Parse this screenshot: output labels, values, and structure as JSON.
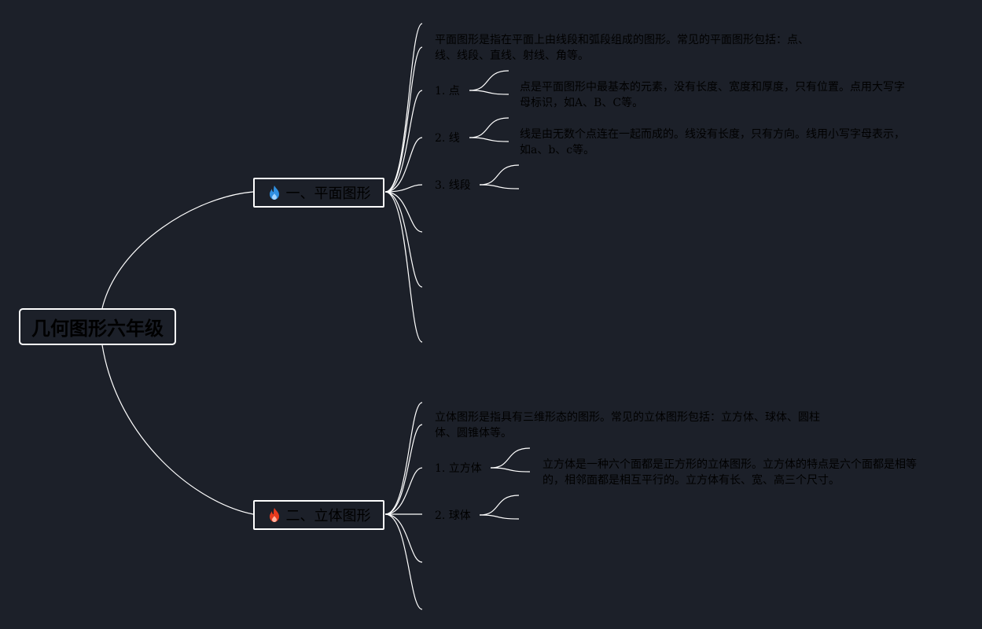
{
  "root": {
    "title": "几何图形六年级"
  },
  "branches": [
    {
      "title": "一、平面图形",
      "icon": "blue-flame-icon",
      "icon_color": "#2f8fe0",
      "intro": "平面图形是指在平面上由线段和弧段组成的图形。常见的平面图形包括：点、线、线段、直线、射线、角等。",
      "items": [
        {
          "label": "1. 点",
          "desc": "点是平面图形中最基本的元素，没有长度、宽度和厚度，只有位置。点用大写字母标识，如A、B、C等。"
        },
        {
          "label": "2. 线",
          "desc": "线是由无数个点连在一起而成的。线没有长度，只有方向。线用小写字母表示，如a、b、c等。"
        },
        {
          "label": "3. 线段",
          "desc": ""
        }
      ]
    },
    {
      "title": "二、立体图形",
      "icon": "red-flame-icon",
      "icon_color": "#e83a1e",
      "intro": "立体图形是指具有三维形态的图形。常见的立体图形包括：立方体、球体、圆柱体、圆锥体等。",
      "items": [
        {
          "label": "1. 立方体",
          "desc": "立方体是一种六个面都是正方形的立体图形。立方体的特点是六个面都是相等的，相邻面都是相互平行的。立方体有长、宽、高三个尺寸。"
        },
        {
          "label": "2. 球体",
          "desc": ""
        }
      ]
    }
  ],
  "colors": {
    "background": "#1c2029",
    "line": "#ffffff",
    "text": "#000000"
  }
}
